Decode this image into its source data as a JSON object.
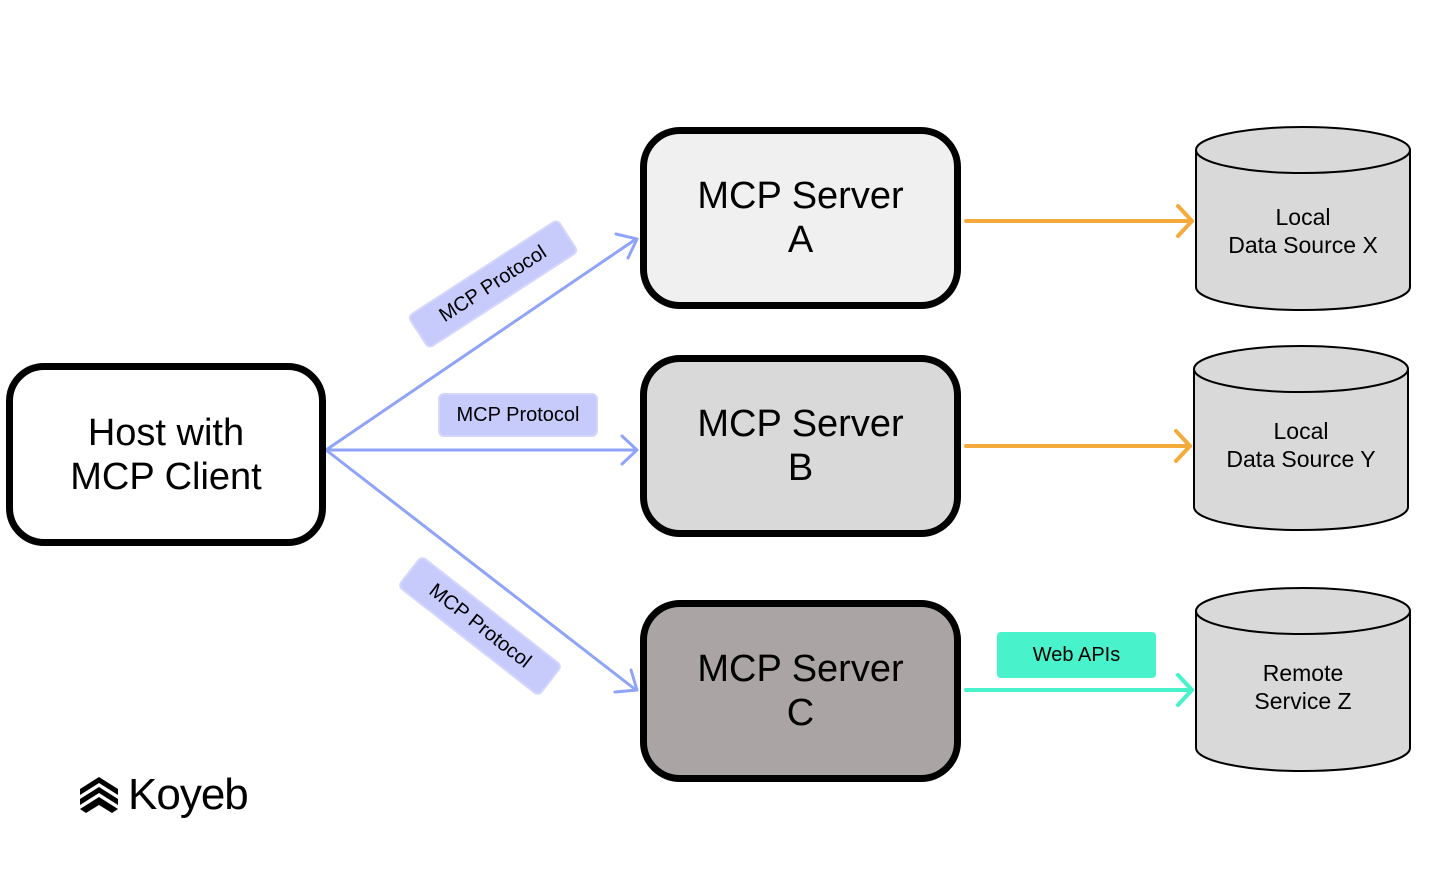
{
  "colors": {
    "protocol_arrow": "#8fa4f8",
    "protocol_pill_bg": "#c6cbfb",
    "local_arrow": "#f5ab3c",
    "web_arrow": "#48f2cb",
    "web_pill_bg": "#48f2cb",
    "server_a_fill": "#f0f0f0",
    "server_b_fill": "#d9d9d9",
    "server_c_fill": "#aaa5a4",
    "cylinder_fill": "#d9d9d9",
    "stroke": "#000000"
  },
  "host": {
    "line1": "Host with",
    "line2": "MCP Client"
  },
  "servers": [
    {
      "line1": "MCP Server",
      "line2": "A"
    },
    {
      "line1": "MCP Server",
      "line2": "B"
    },
    {
      "line1": "MCP Server",
      "line2": "C"
    }
  ],
  "sources": [
    {
      "line1": "Local",
      "line2": "Data Source X"
    },
    {
      "line1": "Local",
      "line2": "Data Source Y"
    },
    {
      "line1": "Remote",
      "line2": "Service Z"
    }
  ],
  "edge_labels": {
    "protocol_top": "MCP Protocol",
    "protocol_mid": "MCP Protocol",
    "protocol_bot": "MCP Protocol",
    "web_apis": "Web APIs"
  },
  "logo": {
    "text": "Koyeb",
    "icon": "koyeb-logo-icon"
  }
}
